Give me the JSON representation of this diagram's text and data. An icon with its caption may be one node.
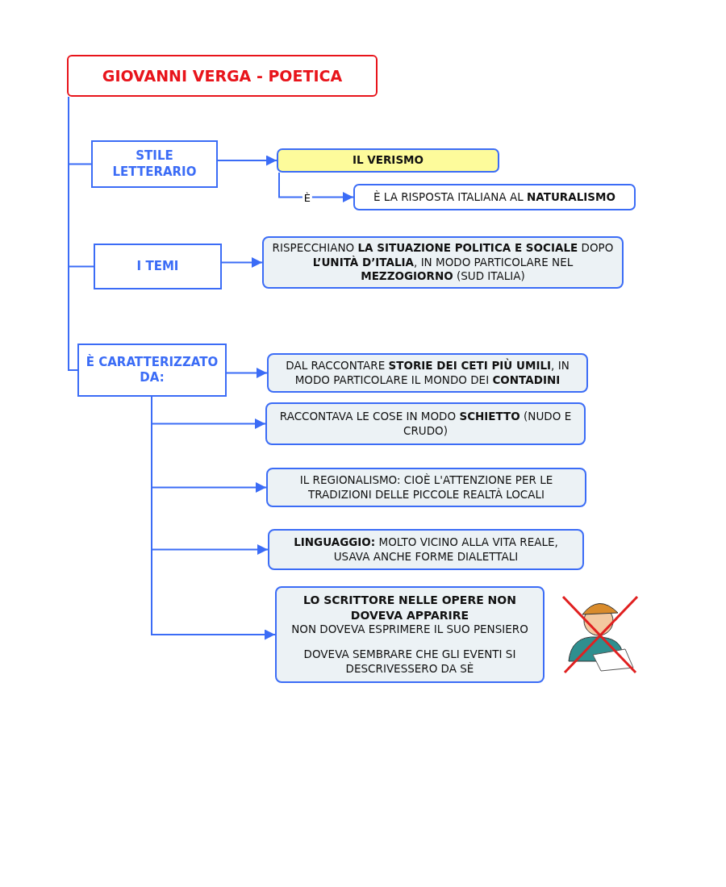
{
  "diagram": {
    "nodes": [
      {
        "text": [
          "GIOVANNI VERGA - POETICA"
        ]
      },
      {
        "text": [
          "STILE LETTERARIO"
        ]
      },
      {
        "text": [
          "IL VERISMO"
        ]
      },
      {
        "text": [
          "È LA RISPOSTA ITALIANA AL **NATURALISMO**"
        ]
      },
      {
        "text": [
          "I TEMI"
        ]
      },
      {
        "text": [
          "RISPECCHIANO **LA SITUAZIONE POLITICA E SOCIALE** DOPO **L’UNITÀ D’ITALIA**, IN MODO PARTICOLARE NEL **MEZZOGIORNO** (SUD ITALIA)"
        ]
      },
      {
        "text": [
          "È CARATTERIZZATO DA:"
        ]
      },
      {
        "text": [
          "DAL RACCONTARE **STORIE DEI CETI PIÙ UMILI**, IN MODO PARTICOLARE IL MONDO DEI **CONTADINI**"
        ]
      },
      {
        "text": [
          "RACCONTAVA LE COSE IN MODO **SCHIETTO** (NUDO E CRUDO)"
        ]
      },
      {
        "text": [
          "IL REGIONALISMO: CIOÈ L'ATTENZIONE PER LE TRADIZIONI DELLE PICCOLE REALTÀ LOCALI"
        ]
      },
      {
        "text": [
          "**LINGUAGGIO:** MOLTO VICINO ALLA VITA REALE, USAVA ANCHE FORME DIALETTALI"
        ]
      },
      {
        "text": [
          "LO SCRITTORE NELLE OPERE NON DOVEVA APPARIRE",
          "NON DOVEVA ESPRIMERE IL SUO PENSIERO",
          "DOVEVA SEMBRARE CHE GLI EVENTI SI DESCRIVESSERO DA SÈ"
        ]
      }
    ],
    "edges": [
      {
        "from": 0,
        "to": 1,
        "arrow": "none"
      },
      {
        "from": 0,
        "to": 4,
        "arrow": "none"
      },
      {
        "from": 0,
        "to": 6,
        "arrow": "none"
      },
      {
        "from": 1,
        "to": 2,
        "arrow": "to"
      },
      {
        "from": 2,
        "to": 3,
        "arrow": "to",
        "label": "È"
      },
      {
        "from": 4,
        "to": 5,
        "arrow": "to"
      },
      {
        "from": 6,
        "to": 7,
        "arrow": "to"
      },
      {
        "from": 6,
        "to": 8,
        "arrow": "to"
      },
      {
        "from": 6,
        "to": 9,
        "arrow": "to"
      },
      {
        "from": 6,
        "to": 10,
        "arrow": "to"
      },
      {
        "from": 6,
        "to": 11,
        "arrow": "to"
      }
    ]
  }
}
